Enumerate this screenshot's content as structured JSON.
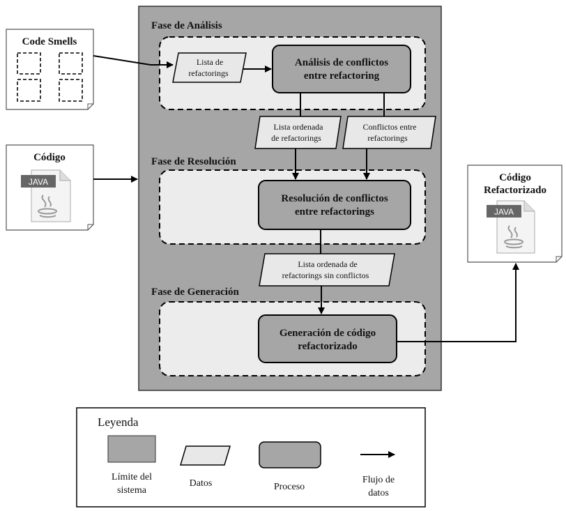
{
  "inputs": {
    "code_smells": "Code Smells",
    "codigo": "Código",
    "java_badge": "JAVA"
  },
  "phases": {
    "analisis": "Fase de Análisis",
    "resolucion": "Fase de Resolución",
    "generacion": "Fase de Generación"
  },
  "data_items": {
    "lista_refactorings": [
      "Lista de",
      "refactorings"
    ],
    "lista_ordenada": [
      "Lista ordenada",
      "de refactorings"
    ],
    "conflictos": [
      "Conflictos entre",
      "refactorings"
    ],
    "lista_sin_conflictos": [
      "Lista ordenada de",
      "refactorings sin conflictos"
    ]
  },
  "processes": {
    "analisis": [
      "Análisis de conflictos",
      "entre refactoring"
    ],
    "resolucion": [
      "Resolución de conflictos",
      "entre refactorings"
    ],
    "generacion": [
      "Generación de código",
      "refactorizado"
    ]
  },
  "output": {
    "title": [
      "Código",
      "Refactorizado"
    ],
    "java_badge": "JAVA"
  },
  "legend": {
    "title": "Leyenda",
    "system_boundary": [
      "Límite del",
      "sistema"
    ],
    "data": "Datos",
    "process": "Proceso",
    "data_flow": [
      "Flujo de",
      "datos"
    ]
  },
  "colors": {
    "system_fill": "#a6a6a6",
    "phase_fill": "#ececec",
    "process_fill": "#a6a6a6",
    "data_fill": "#e8e8e8"
  }
}
